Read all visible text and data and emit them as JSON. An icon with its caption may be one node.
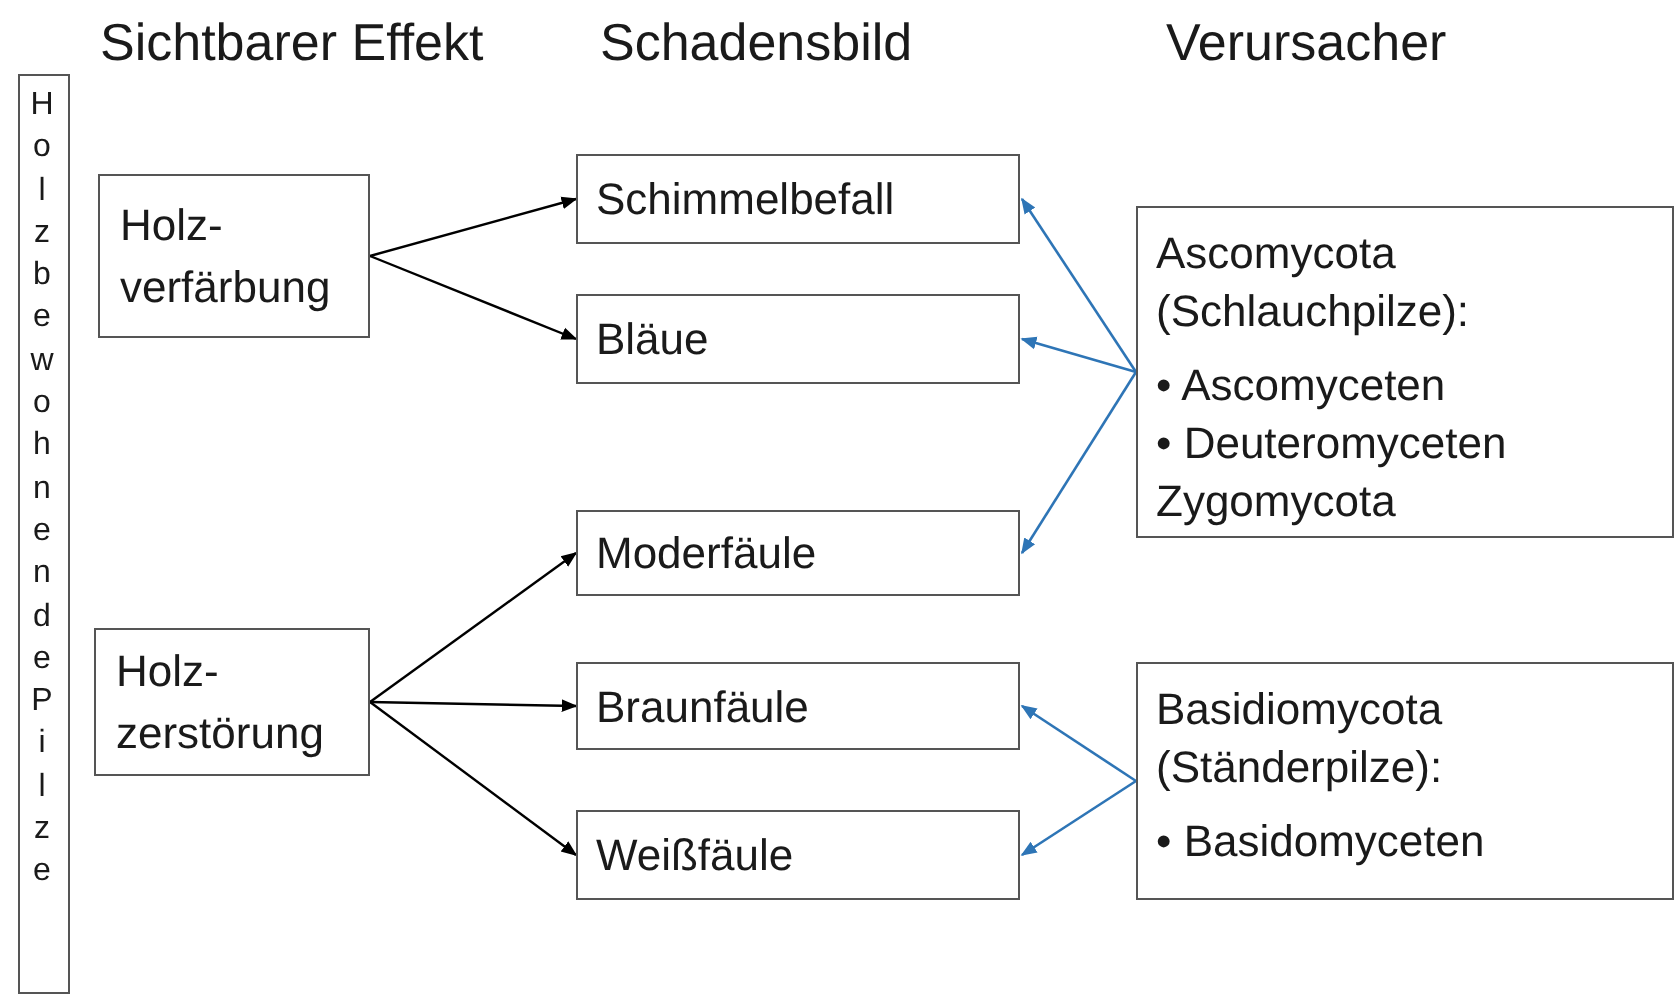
{
  "diagram": {
    "nodes": [
      {
        "text": [
          "Holz bewohnende Pilze"
        ]
      },
      {
        "text": [
          "Holz- verfärbung"
        ]
      },
      {
        "text": [
          "Holz- zerstörung"
        ]
      },
      {
        "text": [
          "Schimmelbefall"
        ]
      },
      {
        "text": [
          "Bläue"
        ]
      },
      {
        "text": [
          "Moderfäule"
        ]
      },
      {
        "text": [
          "Braunfäule"
        ]
      },
      {
        "text": [
          "Weißfäule"
        ]
      },
      {
        "text": [
          "Ascomycota (Schlauchpilze):",
          "• Ascomyceten",
          "• Deuteromyceten",
          "Zygomycota"
        ]
      },
      {
        "text": [
          "Basidiomycota (Ständerpilze):",
          "• Basidomyceten"
        ]
      }
    ],
    "edges": [
      {
        "from": 1,
        "to": 3,
        "arrow": "to"
      },
      {
        "from": 1,
        "to": 4,
        "arrow": "to"
      },
      {
        "from": 2,
        "to": 5,
        "arrow": "to"
      },
      {
        "from": 2,
        "to": 6,
        "arrow": "to"
      },
      {
        "from": 2,
        "to": 7,
        "arrow": "to"
      },
      {
        "from": 8,
        "to": 3,
        "arrow": "to",
        "color": "#2e75b6"
      },
      {
        "from": 8,
        "to": 4,
        "arrow": "to",
        "color": "#2e75b6"
      },
      {
        "from": 8,
        "to": 5,
        "arrow": "to",
        "color": "#2e75b6"
      },
      {
        "from": 9,
        "to": 6,
        "arrow": "to",
        "color": "#2e75b6"
      },
      {
        "from": 9,
        "to": 7,
        "arrow": "to",
        "color": "#2e75b6"
      }
    ],
    "labels": [
      "Sichtbarer Effekt",
      "Schadensbild",
      "Verursacher"
    ]
  }
}
